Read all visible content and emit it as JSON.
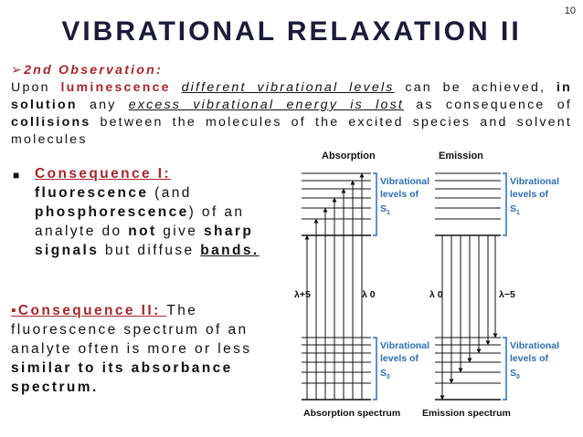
{
  "slide_number": "10",
  "title": "VIBRATIONAL RELAXATION II",
  "observation": {
    "arrow": "➢",
    "heading": "2nd Observation:",
    "p1": "Upon ",
    "luminescence": "luminescence",
    "p2": " ",
    "different_levels": "different vibrational levels",
    "p3": " can be achieved, ",
    "in_solution": "in solution",
    "p4": " any ",
    "excess_energy": "excess vibrational energy is lost",
    "p5": " as consequence of ",
    "collisions": "collisions",
    "p6": " between the molecules of the excited species and solvent molecules"
  },
  "consequence1": {
    "bullet": "■",
    "heading": "Consequence I:",
    "fluorescence": "fluorescence",
    "t1": " (and ",
    "phosphorescence": "phosphorescence",
    "t2": ") of an analyte do ",
    "not": "not",
    "t3": " give ",
    "sharp_signals": "sharp signals",
    "t4": " but diffuse ",
    "bands": "bands."
  },
  "consequence2": {
    "heading": "▪Consequence II: ",
    "t1": "The fluorescence spectrum of an analyte often is more or less ",
    "similar": "similar to its absorbance spectrum."
  },
  "diagram": {
    "absorption_label": "Absorption",
    "emission_label": "Emission",
    "vib_label_line1": "Vibrational",
    "vib_label_line2": "levels of",
    "s1": "S",
    "s1_sub": "1",
    "s0": "S",
    "s0_sub": "0",
    "lambda_plus5": "λ+5",
    "lambda0_left": "λ 0",
    "lambda0_right": "λ 0",
    "lambda_minus5": "λ−5",
    "absorption_spectrum": "Absorption spectrum",
    "emission_spectrum": "Emission spectrum",
    "accent_color": "#2d6fb3"
  }
}
